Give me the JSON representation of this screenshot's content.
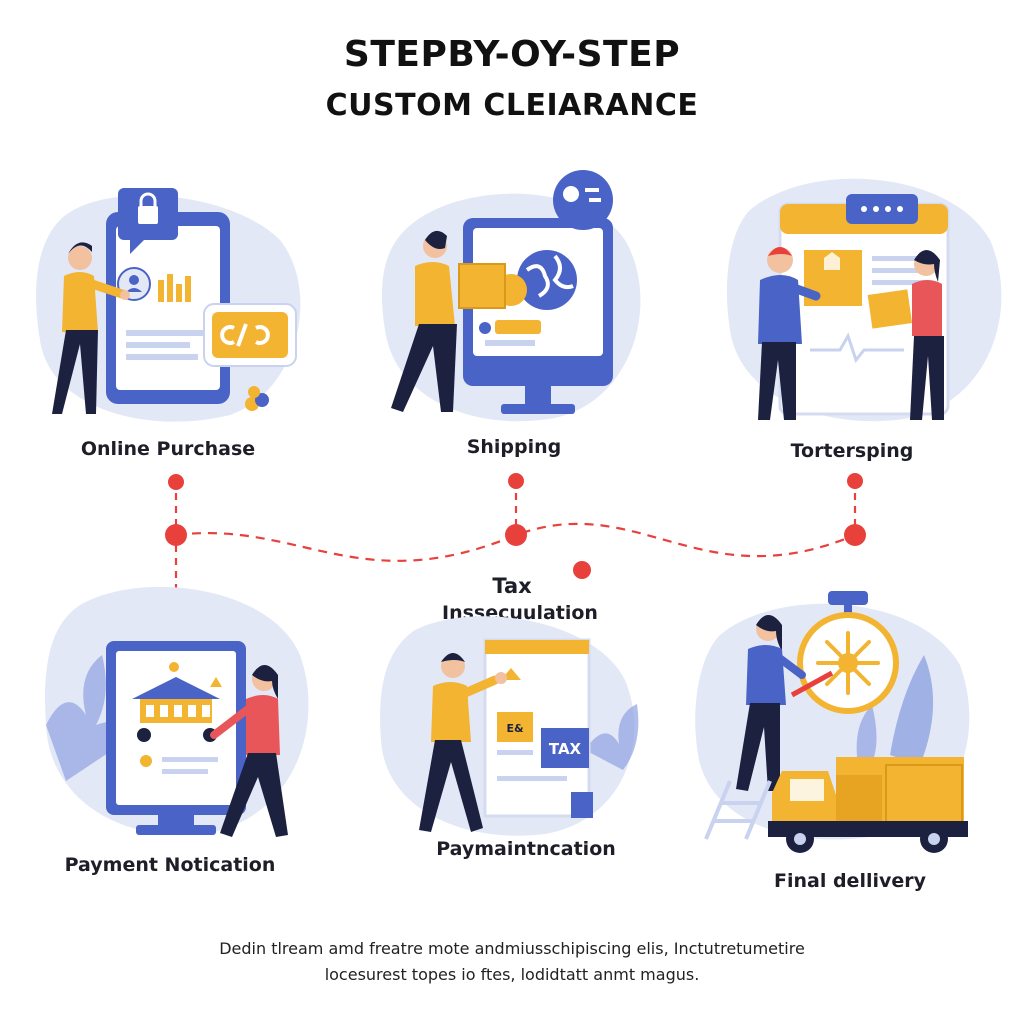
{
  "title": {
    "line1": "STEPBY-OY-STEP",
    "line2": "CUSTOM CLEIARANCE"
  },
  "steps": [
    {
      "label": "Online Purchase"
    },
    {
      "label": "Shipping"
    },
    {
      "label": "Tortersping"
    },
    {
      "label": "Payment Notication"
    },
    {
      "label_line1": "Tax",
      "label_line2": "Inssecuulation",
      "label_bottom": "Paymaintncation",
      "badge": "TAX",
      "doc_mark": "E&"
    },
    {
      "label": "Final dellivery"
    }
  ],
  "footer": {
    "line1": "Dedin tlream amd freatre mote andmiusschipiscing elis,  Inctutretumetire",
    "line2": "locesurest topes io ftes, lodidtatt anmt magus."
  },
  "colors": {
    "blue": "#4a63c6",
    "blue_light": "#e3e8f7",
    "yellow": "#f2b431",
    "red": "#e8413b",
    "navy": "#1d2140",
    "skin": "#f2c1a0"
  }
}
